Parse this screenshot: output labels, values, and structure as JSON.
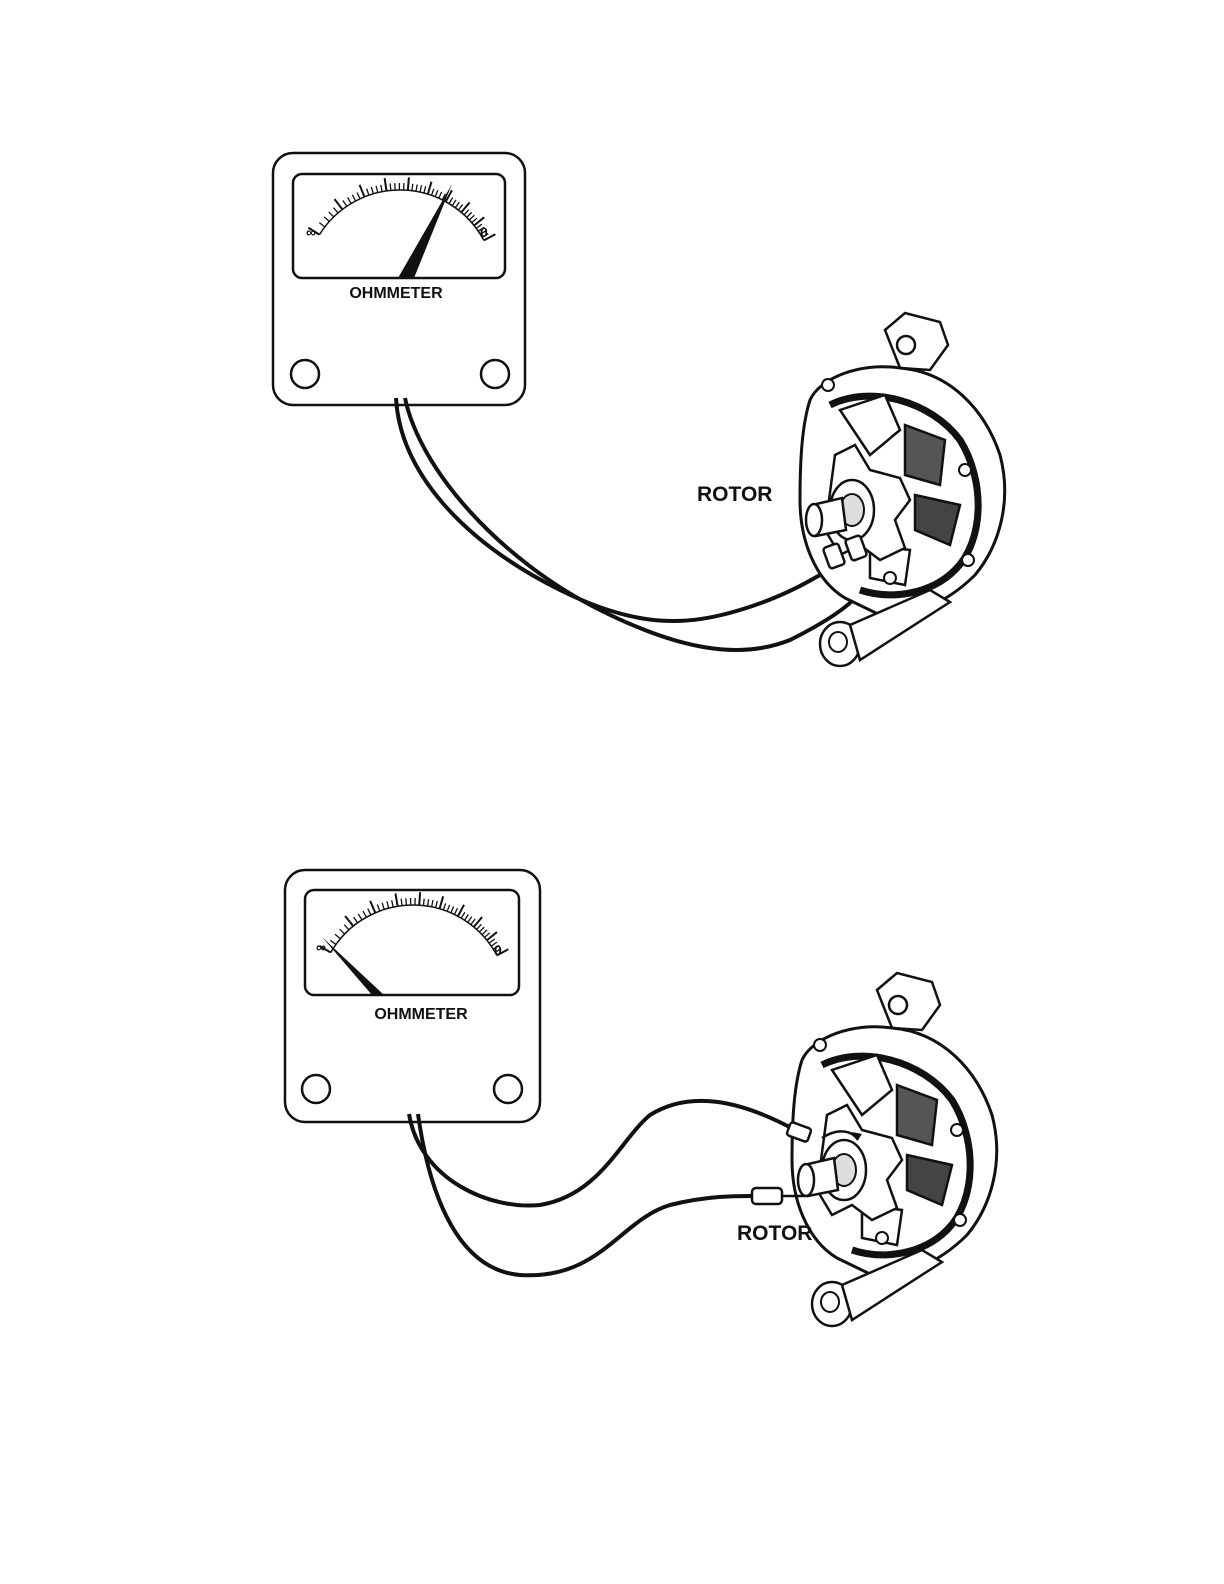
{
  "figures": [
    {
      "meter_label": "OHMMETER",
      "scale_left": "∞",
      "scale_right": "0",
      "needle_position": "near 0 (low resistance)",
      "component_label": "ROTOR"
    },
    {
      "meter_label": "OHMMETER",
      "scale_left": "∞",
      "scale_right": "0",
      "needle_position": "at ∞ (no continuity)",
      "component_label": "ROTOR"
    }
  ],
  "colors": {
    "ink": "#111111",
    "paper": "#ffffff"
  }
}
